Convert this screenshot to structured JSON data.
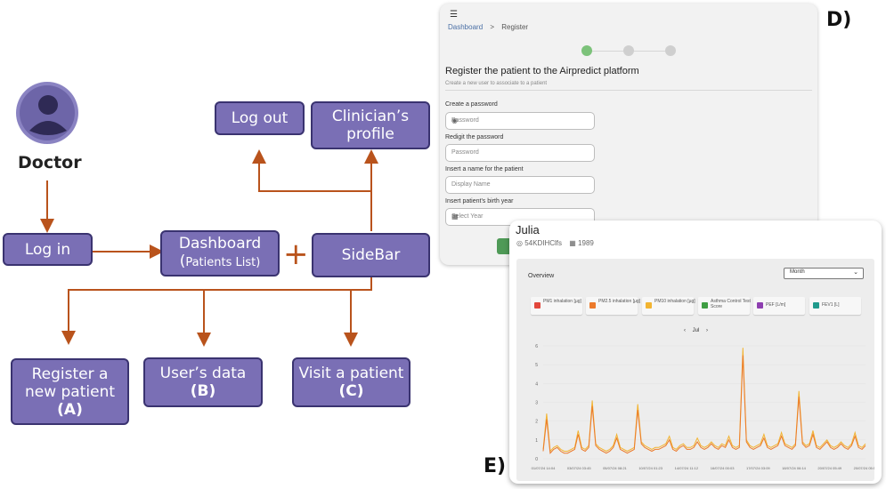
{
  "diagram": {
    "doctor_label": "Doctor",
    "boxes": {
      "login": "Log in",
      "dashboard_line1": "Dashboard",
      "dashboard_line2_prefix": "(",
      "dashboard_line2": "Patients List)",
      "sidebar": "SideBar",
      "logout": "Log out",
      "profile_line1": "Clinician’s",
      "profile_line2": "profile",
      "register_line1": "Register a",
      "register_line2": "new patient",
      "register_tag": "(A)",
      "usersdata": "User’s data",
      "usersdata_tag": "(B)",
      "visit_line1": "Visit a patient",
      "visit_tag": "(C)"
    },
    "plus": "+",
    "colors": {
      "box": "#7a6fb5",
      "arrow": "#b9531c"
    }
  },
  "panel_tags": {
    "d": "D)",
    "e": "E)"
  },
  "register_screen": {
    "breadcrumb": [
      "Dashboard",
      "Register"
    ],
    "breadcrumb_sep": ">",
    "title": "Register the patient to the Airpredict platform",
    "subtitle": "Create a new user to associate to a patient",
    "fields": [
      {
        "label": "Create a password",
        "placeholder": "Password",
        "icon": "eye-icon"
      },
      {
        "label": "Redigit the password",
        "placeholder": "Password",
        "icon": ""
      },
      {
        "label": "Insert a name for the patient",
        "placeholder": "Display Name",
        "icon": ""
      },
      {
        "label": "Insert patient's birth year",
        "placeholder": "Select Year",
        "icon": "calendar-icon"
      }
    ],
    "stepper_active_color": "#7cc27a"
  },
  "patient_screen": {
    "name": "Julia",
    "user_id": "54KDIHClfs",
    "birth_year": "1989",
    "overview_label": "Overview",
    "period_select": "Month",
    "month_nav": "Jul",
    "legend": [
      {
        "label": "PM1 inhalation [µg]",
        "color": "#e2473c"
      },
      {
        "label": "PM2.5 inhalation [µg]",
        "color": "#ec7a2b"
      },
      {
        "label": "PM10 inhalation [µg]",
        "color": "#f2b431"
      },
      {
        "label": "Asthma Control Test Score",
        "color": "#3f9e43"
      },
      {
        "label": "PEF [L/m]",
        "color": "#8e3fb0"
      },
      {
        "label": "FEV1 [L]",
        "color": "#1f9a8c"
      }
    ]
  },
  "chart_data": {
    "type": "line",
    "ylim": [
      0,
      6
    ],
    "yticks": [
      "0",
      "1",
      "2",
      "3",
      "4",
      "5",
      "6"
    ],
    "xticks": [
      "01/07/24 14:04",
      "03/07/24 03:45",
      "05/07/24 08:21",
      "10/07/24 01:23",
      "14/07/24 11:12",
      "16/07/24 00:03",
      "17/07/24 03:09",
      "18/07/24 06:14",
      "20/07/24 05:49",
      "20/07/24 05:54"
    ],
    "series": [
      {
        "name": "PM2.5 inhalation [µg]",
        "color": "#ec7a2b",
        "values": [
          0.4,
          2.1,
          0.3,
          0.5,
          0.6,
          0.4,
          0.3,
          0.3,
          0.4,
          0.5,
          1.3,
          0.5,
          0.4,
          0.6,
          2.8,
          0.7,
          0.5,
          0.4,
          0.3,
          0.4,
          0.6,
          1.1,
          0.5,
          0.4,
          0.3,
          0.4,
          0.5,
          2.6,
          0.8,
          0.6,
          0.5,
          0.4,
          0.5,
          0.5,
          0.6,
          0.7,
          1.0,
          0.5,
          0.4,
          0.6,
          0.7,
          0.5,
          0.5,
          0.6,
          0.9,
          0.6,
          0.5,
          0.6,
          0.8,
          0.6,
          0.5,
          0.7,
          0.6,
          1.0,
          0.6,
          0.5,
          0.6,
          5.5,
          0.9,
          0.6,
          0.5,
          0.6,
          0.7,
          1.1,
          0.6,
          0.5,
          0.6,
          0.7,
          1.2,
          0.7,
          0.6,
          0.5,
          0.7,
          3.3,
          0.8,
          0.6,
          0.7,
          1.3,
          0.6,
          0.5,
          0.7,
          0.9,
          0.6,
          0.5,
          0.6,
          0.8,
          0.6,
          0.5,
          0.7,
          1.2,
          0.6,
          0.5,
          0.7
        ]
      },
      {
        "name": "PM10 inhalation [µg]",
        "color": "#f2b431",
        "values": [
          0.5,
          2.4,
          0.4,
          0.6,
          0.7,
          0.5,
          0.4,
          0.4,
          0.5,
          0.6,
          1.5,
          0.6,
          0.5,
          0.7,
          3.1,
          0.8,
          0.6,
          0.5,
          0.4,
          0.5,
          0.7,
          1.3,
          0.6,
          0.5,
          0.4,
          0.5,
          0.6,
          2.9,
          0.9,
          0.7,
          0.6,
          0.5,
          0.6,
          0.6,
          0.7,
          0.8,
          1.2,
          0.6,
          0.5,
          0.7,
          0.8,
          0.6,
          0.6,
          0.7,
          1.1,
          0.7,
          0.6,
          0.7,
          0.9,
          0.7,
          0.6,
          0.8,
          0.7,
          1.2,
          0.7,
          0.6,
          0.7,
          5.9,
          1.0,
          0.7,
          0.6,
          0.7,
          0.8,
          1.3,
          0.7,
          0.6,
          0.7,
          0.8,
          1.4,
          0.8,
          0.7,
          0.6,
          0.8,
          3.6,
          0.9,
          0.7,
          0.8,
          1.5,
          0.7,
          0.6,
          0.8,
          1.0,
          0.7,
          0.6,
          0.7,
          0.9,
          0.7,
          0.6,
          0.8,
          1.4,
          0.7,
          0.6,
          0.8
        ]
      }
    ]
  }
}
